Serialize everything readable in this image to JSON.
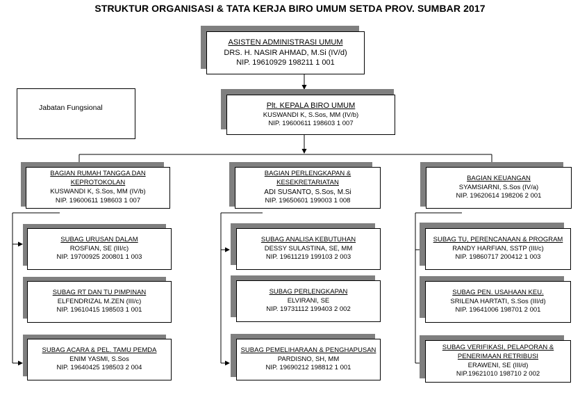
{
  "title": "STRUKTUR ORGANISASI & TATA KERJA BIRO UMUM SETDA PROV. SUMBAR 2017",
  "asisten": {
    "title": "ASISTEN ADMINISTRASI UMUM",
    "name": "DRS. H. NASIR AHMAD, M.Si (IV/d)",
    "nip": "NIP. 19610929 198211 1 001"
  },
  "jabatan_fungsional": "Jabatan Fungsional",
  "kepala": {
    "title": "Plt. KEPALA BIRO UMUM",
    "name": "KUSWANDI K, S.Sos, MM (IV/b)",
    "nip": "NIP. 19600611 198603 1 007"
  },
  "bagian": [
    {
      "title1": "BAGIAN RUMAH TANGGA DAN",
      "title2": "KEPROTOKOLAN",
      "name": "KUSWANDI K, S.Sos, MM (IV/b)",
      "nip": "NIP. 19600611 198603 1 007"
    },
    {
      "title1": "BAGIAN PERLENGKAPAN &",
      "title2": "KESEKRETARIATAN",
      "name": "ADI SUSANTO, S.Sos, M.Si",
      "nip": "NIP. 19650601 199003 1 008"
    },
    {
      "title1": "BAGIAN KEUANGAN",
      "title2": "",
      "name": "SYAMSIARNI, S.Sos (IV/a)",
      "nip": "NIP. 19620614 198206 2 001"
    }
  ],
  "subag": [
    {
      "title1": "SUBAG URUSAN DALAM",
      "title2": "",
      "name": "ROSFIAN, SE (III/c)",
      "nip": "NIP. 19700925 200801 1 003"
    },
    {
      "title1": "SUBAG RT DAN TU PIMPINAN",
      "title2": "",
      "name": "ELFENDRIZAL M.ZEN (III/c)",
      "nip": "NIP. 19610415 198503 1 001"
    },
    {
      "title1": "SUBAG ACARA & PEL. TAMU PEMDA",
      "title2": "",
      "name": "ENIM YASMI, S.Sos",
      "nip": "NIP. 19640425 198503 2 004"
    },
    {
      "title1": "SUBAG ANALISA KEBUTUHAN",
      "title2": "",
      "name": "DESSY SULASTINA, SE, MM",
      "nip": "NIP. 19611219 199103 2 003"
    },
    {
      "title1": "SUBAG PERLENGKAPAN",
      "title2": "",
      "name": "ELVIRANI, SE",
      "nip": "NIP. 19731112 199403 2 002"
    },
    {
      "title1": "SUBAG PEMELIHARAAN & PENGHAPUSAN",
      "title2": "",
      "name": "PARDISNO, SH, MM",
      "nip": "NIP. 19690212 198812 1 001"
    },
    {
      "title1": "SUBAG TU, PERENCANAAN & PROGRAM",
      "title2": "",
      "name": "RANDY HARFIAN, SSTP (III/c)",
      "nip": "NIP. 19860717 200412 1 003"
    },
    {
      "title1": "SUBAG PEN. USAHAAN KEU.",
      "title2": "",
      "name": "SRILENA HARTATI, S.Sos (III/d)",
      "nip": "NIP. 19641006 198701 2 001"
    },
    {
      "title1": "SUBAG VERIFIKASI, PELAPORAN &",
      "title2": "PENERIMAAN RETRIBUSI",
      "name": "ERAWENI, SE (III/d)",
      "nip": "NIP.19621010 198710 2 002"
    }
  ]
}
